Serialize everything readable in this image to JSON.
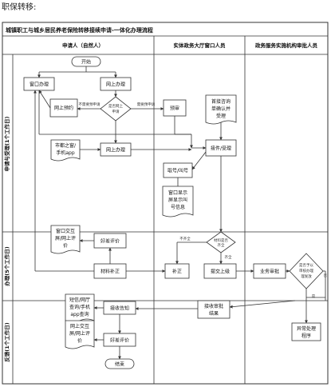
{
  "page_header": "职保转移:",
  "diagram": {
    "title": "城镇职工与城乡居民养老保险转移接续申请-一体化办理流程",
    "columns": [
      "申请人（自然人）",
      "实体政务大厅窗口人员",
      "政务服务实施机构审批人员"
    ],
    "rows": [
      "申请与受理(1个工作日)",
      "办理(5个工作日)",
      "反馈(1个工作日)"
    ],
    "nodes": {
      "start": "开始",
      "window_handle": "窗口办理",
      "online_handle": "网上办理",
      "online_booking": [
        "网上预约"
      ],
      "is_online_apply": [
        "是否网上",
        "申请"
      ],
      "prereview": [
        "预审"
      ],
      "receipt_form": [
        "首接咨询",
        "单确认并",
        "受理"
      ],
      "app_channels": [
        "市都之窗/",
        "手机app"
      ],
      "online_apply": "网上办理",
      "accept": [
        "接件/受理"
      ],
      "id_number": [
        "取号/叫号"
      ],
      "window_show": [
        "窗口显示",
        "屏显示叫",
        "号信息"
      ],
      "window_eval_channels": [
        "窗口交互",
        "屏/网上评",
        "价"
      ],
      "eval_1": [
        "好差评价"
      ],
      "material_fix": "材料补正",
      "material_complete": [
        "材料是否",
        "齐全"
      ],
      "fix_2": "补正",
      "submit_review": "提交上级",
      "business_review": "业务审批",
      "is_approved": [
        "是否予以",
        "审核办理",
        "理发放"
      ],
      "receive_result": [
        "接收审批",
        "结果"
      ],
      "notify_channels": [
        "短信/网厅",
        "查询/手机",
        "app查询"
      ],
      "notify_result": [
        "接收告知"
      ],
      "exception_program": [
        "异常处理",
        "程序"
      ],
      "eval_channels_2": [
        "网上交互",
        "屏/网上评",
        "价"
      ],
      "eval_2": [
        "好差评价"
      ],
      "end": "结束"
    },
    "edge_labels": {
      "not_online": "不需要预申请",
      "needs_online": "需要预申请",
      "yes": "是",
      "no": "否",
      "incomplete": "不齐全",
      "complete": "齐全"
    }
  }
}
